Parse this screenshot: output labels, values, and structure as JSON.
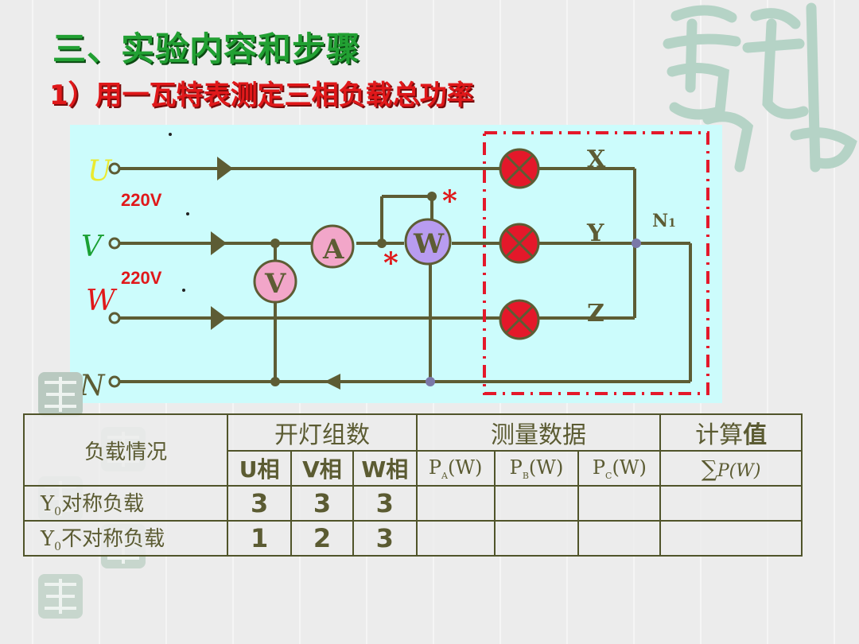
{
  "slide": {
    "heading": "三、实验内容和步骤",
    "subheading": "1）用一瓦特表测定三相负载总功率"
  },
  "diagram": {
    "phase_u": "U",
    "phase_v": "V",
    "phase_w": "W",
    "neutral": "N",
    "voltage_uv": "220V",
    "voltage_vw": "220V",
    "ammeter": "A",
    "wattmeter": "W",
    "voltmeter": "V",
    "star_1": "*",
    "star_2": "*",
    "load_x": "X",
    "load_y": "Y",
    "load_z": "Z",
    "neutral_point": "N",
    "neutral_point_sub": "1",
    "colors": {
      "background": "#ccfcfc",
      "wire": "#5d5c34",
      "lamp": "#e4182a",
      "meter_pink": "#f2a6c9",
      "meter_purple": "#b89cf0",
      "dashed_box": "#e4182a"
    }
  },
  "table": {
    "header": {
      "load": "负载情况",
      "lamp_groups": "开灯组数",
      "measured": "测量数据",
      "calculated_prefix": "计算",
      "calculated_bold": "值",
      "u_phase": "U相",
      "v_phase": "V相",
      "w_phase": "W相",
      "pa": "P",
      "pa_sub": "A",
      "pa_unit": "(W)",
      "pb": "P",
      "pb_sub": "B",
      "pb_unit": "(W)",
      "pc": "P",
      "pc_sub": "C",
      "pc_unit": "(W)",
      "sum": "∑",
      "sum_expr": "P(W)"
    },
    "rows": [
      {
        "label_y": "Y",
        "label_sub": "0",
        "label_text": "对称负载",
        "u": "3",
        "v": "3",
        "w": "3"
      },
      {
        "label_y": "Y",
        "label_sub": "0",
        "label_text": "不对称负载",
        "u": "1",
        "v": "2",
        "w": "3"
      }
    ]
  }
}
